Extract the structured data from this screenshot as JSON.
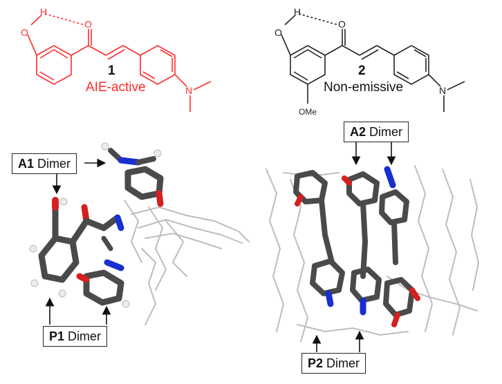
{
  "compound1": {
    "number": "1",
    "description": "AIE-active",
    "color": "#ff2a2a",
    "atom_OH": "O",
    "atom_H": "H",
    "atom_O": "O",
    "atom_N": "N"
  },
  "compound2": {
    "number": "2",
    "description": "Non-emissive",
    "color": "#222222",
    "atom_OH": "O",
    "atom_H": "H",
    "atom_O": "O",
    "atom_N": "N",
    "substituent": "OMe"
  },
  "labels": {
    "a1": {
      "bold": "A1",
      "rest": " Dimer"
    },
    "p1": {
      "bold": "P1",
      "rest": " Dimer"
    },
    "a2": {
      "bold": "A2",
      "rest": " Dimer"
    },
    "p2": {
      "bold": "P2",
      "rest": " Dimer"
    }
  },
  "atom_colors": {
    "carbon": "#4a4a4a",
    "oxygen": "#d42020",
    "nitrogen": "#1a2fd0",
    "hydrogen": "#ececec",
    "wire": "#bdbdbd"
  }
}
